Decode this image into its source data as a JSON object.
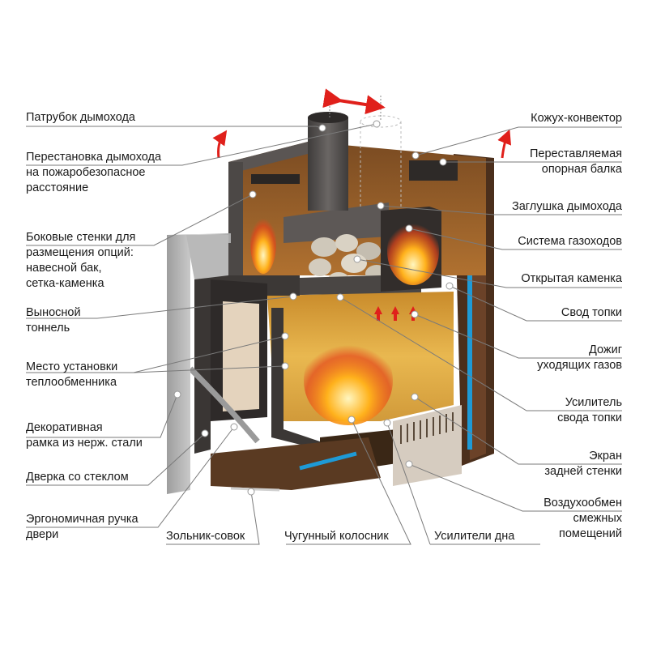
{
  "title": "Банная печь — устройство",
  "left_labels": [
    {
      "id": "patrubok",
      "lines": [
        "Патрубок дымохода"
      ]
    },
    {
      "id": "perestanovka",
      "lines": [
        "Перестановка дымохода",
        "на пожаробезопасное",
        "расстояние"
      ]
    },
    {
      "id": "bokovye",
      "lines": [
        "Боковые стенки для",
        "размещения опций:",
        "навесной  бак,",
        "сетка-каменка"
      ]
    },
    {
      "id": "vynosnoy",
      "lines": [
        "Выносной",
        "тоннель"
      ]
    },
    {
      "id": "mesto",
      "lines": [
        "Место установки",
        "теплообменника"
      ]
    },
    {
      "id": "ramka",
      "lines": [
        "Декоративная",
        "рамка из нерж. стали"
      ]
    },
    {
      "id": "dverka",
      "lines": [
        "Дверка со стеклом"
      ]
    },
    {
      "id": "ruchka",
      "lines": [
        "Эргономичная ручка",
        "двери"
      ]
    }
  ],
  "right_labels": [
    {
      "id": "kozhuh",
      "lines": [
        "Кожух-конвектор"
      ]
    },
    {
      "id": "balka",
      "lines": [
        "Переставляемая",
        "опорная балка"
      ]
    },
    {
      "id": "zaglushka",
      "lines": [
        "Заглушка дымохода"
      ]
    },
    {
      "id": "gazohody",
      "lines": [
        "Система газоходов"
      ]
    },
    {
      "id": "kamenka",
      "lines": [
        "Открытая каменка"
      ]
    },
    {
      "id": "svod",
      "lines": [
        "Свод топки"
      ]
    },
    {
      "id": "dozhig",
      "lines": [
        "Дожиг",
        "уходящих газов"
      ]
    },
    {
      "id": "usilitel_svoda",
      "lines": [
        "Усилитель",
        "свода топки"
      ]
    },
    {
      "id": "ekran",
      "lines": [
        "Экран",
        "задней стенки"
      ]
    },
    {
      "id": "vozduh",
      "lines": [
        "Воздухообмен",
        "смежных",
        "помещений"
      ]
    }
  ],
  "bottom_labels": [
    {
      "id": "zolnik",
      "lines": [
        "Зольник-совок"
      ]
    },
    {
      "id": "kolosnik",
      "lines": [
        "Чугунный колосник"
      ]
    },
    {
      "id": "usiliteli_dna",
      "lines": [
        "Усилители дна"
      ]
    }
  ],
  "colors": {
    "text": "#1a1a1a",
    "leader": "#7a7a7a",
    "arrow_red": "#e0201b",
    "arrow_blue": "#1e9ad6",
    "steel_dark": "#4a4644",
    "steel_light": "#bdbdbd",
    "firebox": "#e8b04a",
    "convector": "#5a3a24"
  }
}
